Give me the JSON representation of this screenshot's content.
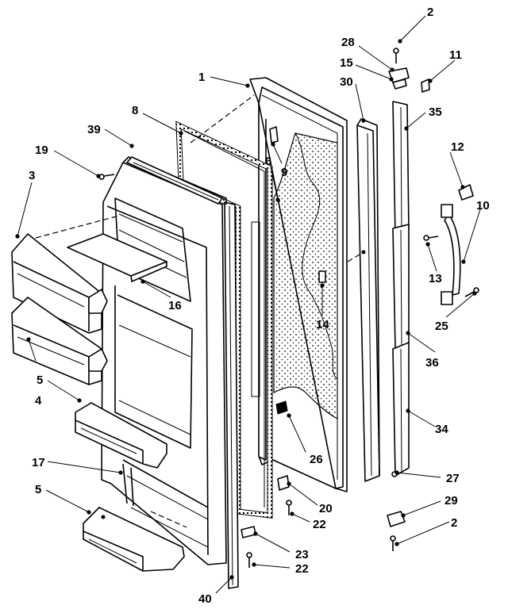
{
  "callouts": [
    {
      "id": "c1",
      "label": "1"
    },
    {
      "id": "c2a",
      "label": "2"
    },
    {
      "id": "c28",
      "label": "28"
    },
    {
      "id": "c15",
      "label": "15"
    },
    {
      "id": "c11",
      "label": "11"
    },
    {
      "id": "c30",
      "label": "30"
    },
    {
      "id": "c35",
      "label": "35"
    },
    {
      "id": "c8",
      "label": "8"
    },
    {
      "id": "c39",
      "label": "39"
    },
    {
      "id": "c19",
      "label": "19"
    },
    {
      "id": "c6",
      "label": "6"
    },
    {
      "id": "c9",
      "label": "9"
    },
    {
      "id": "c12",
      "label": "12"
    },
    {
      "id": "c10",
      "label": "10"
    },
    {
      "id": "c3",
      "label": "3"
    },
    {
      "id": "c13",
      "label": "13"
    },
    {
      "id": "c16",
      "label": "16"
    },
    {
      "id": "c14",
      "label": "14"
    },
    {
      "id": "c25",
      "label": "25"
    },
    {
      "id": "c36",
      "label": "36"
    },
    {
      "id": "c5a",
      "label": "5"
    },
    {
      "id": "c4",
      "label": "4"
    },
    {
      "id": "c34",
      "label": "34"
    },
    {
      "id": "c26",
      "label": "26"
    },
    {
      "id": "c17",
      "label": "17"
    },
    {
      "id": "c27",
      "label": "27"
    },
    {
      "id": "c5b",
      "label": "5"
    },
    {
      "id": "c29",
      "label": "29"
    },
    {
      "id": "c20",
      "label": "20"
    },
    {
      "id": "c22a",
      "label": "22"
    },
    {
      "id": "c2b",
      "label": "2"
    },
    {
      "id": "c23",
      "label": "23"
    },
    {
      "id": "c22b",
      "label": "22"
    },
    {
      "id": "c40",
      "label": "40"
    }
  ]
}
